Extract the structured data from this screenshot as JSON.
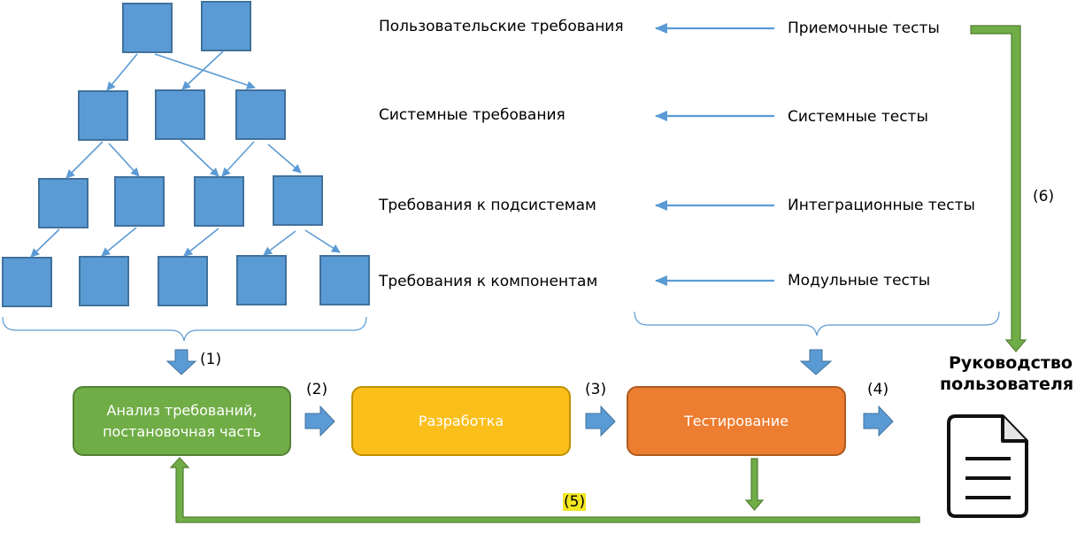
{
  "requirements": [
    "Пользовательские требования",
    "Системные требования",
    "Требования к подсистемам",
    "Требования к компонентам"
  ],
  "tests": [
    "Приемочные тесты",
    "Системные тесты",
    "Интеграционные тесты",
    "Модульные тесты"
  ],
  "stages": {
    "analysis_line1": "Анализ требований,",
    "analysis_line2": "постановочная часть",
    "development": "Разработка",
    "testing": "Тестирование"
  },
  "steps": [
    "(1)",
    "(2)",
    "(3)",
    "(4)",
    "(5)",
    "(6)"
  ],
  "user_manual": {
    "line1": "Руководство",
    "line2": "пользователя",
    "icon": "document-icon"
  },
  "hierarchy": {
    "levels": [
      2,
      3,
      4,
      5
    ],
    "icon": "component-box"
  },
  "colors": {
    "box_blue": "#5b9bd5",
    "arrow_blue": "#5b9bd5",
    "analysis_green": "#70ad47",
    "development_yellow": "#fbbf1c",
    "testing_orange": "#ed7d31",
    "feedback_green": "#70ad47",
    "highlight_yellow": "#f2e620"
  }
}
